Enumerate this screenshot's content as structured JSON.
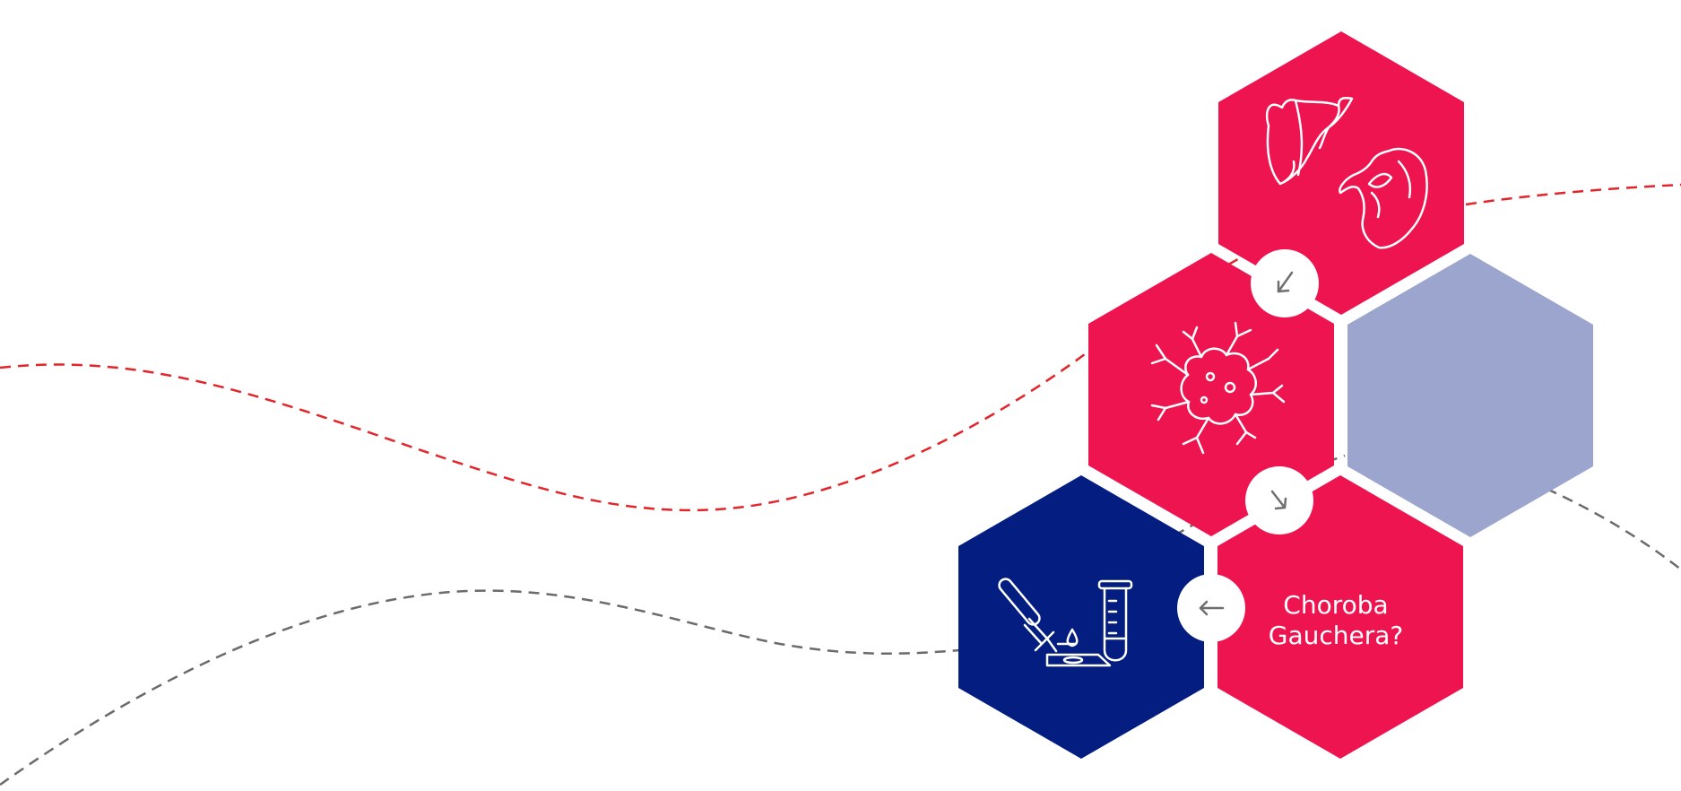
{
  "diagram": {
    "label_line_1": "Choroba",
    "label_line_2": "Gauchera?",
    "colors": {
      "crimson": "#ed1450",
      "navy": "#031e80",
      "lavender": "#9ba5cd",
      "red_dashed": "#e2252b",
      "gray_dashed": "#6b6b6b",
      "arrow_gray": "#6f6f6f",
      "white": "#ffffff"
    },
    "hexagons": [
      {
        "name": "liver-spleen-hexagon",
        "color": "crimson",
        "icon": "liver-spleen-icon"
      },
      {
        "name": "bone-marrow-cells-hexagon",
        "color": "crimson",
        "icon": "bone-marrow-cell-icon"
      },
      {
        "name": "empty-lavender-hexagon",
        "color": "lavender"
      },
      {
        "name": "lab-test-hexagon",
        "color": "navy",
        "icon": "lab-test-icon"
      },
      {
        "name": "gaucher-question-hexagon",
        "color": "crimson"
      }
    ],
    "connectors": [
      {
        "name": "arrow-connector-1",
        "icon": "arrow-down-left-icon"
      },
      {
        "name": "arrow-connector-2",
        "icon": "arrow-down-right-icon"
      },
      {
        "name": "arrow-connector-3",
        "icon": "arrow-left-icon"
      }
    ]
  }
}
